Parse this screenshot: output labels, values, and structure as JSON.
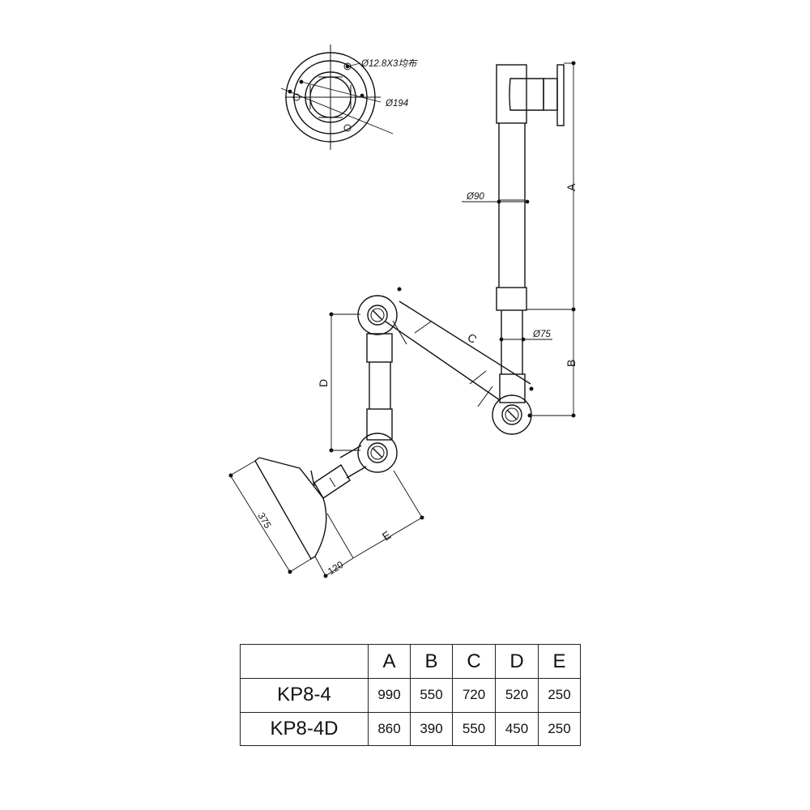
{
  "drawing": {
    "labels": {
      "holes": "Ø12.8X3均布",
      "flange_diameter": "Ø194",
      "pipe_upper": "Ø90",
      "pipe_lower": "Ø75",
      "dim_a": "A",
      "dim_b": "B",
      "dim_c": "C",
      "dim_d": "D",
      "dim_e": "E",
      "hood_width": "375",
      "hood_depth": "120"
    }
  },
  "table": {
    "headers": [
      "",
      "A",
      "B",
      "C",
      "D",
      "E"
    ],
    "rows": [
      {
        "model": "KP8-4",
        "values": [
          "990",
          "550",
          "720",
          "520",
          "250"
        ]
      },
      {
        "model": "KP8-4D",
        "values": [
          "860",
          "390",
          "550",
          "450",
          "250"
        ]
      }
    ]
  }
}
